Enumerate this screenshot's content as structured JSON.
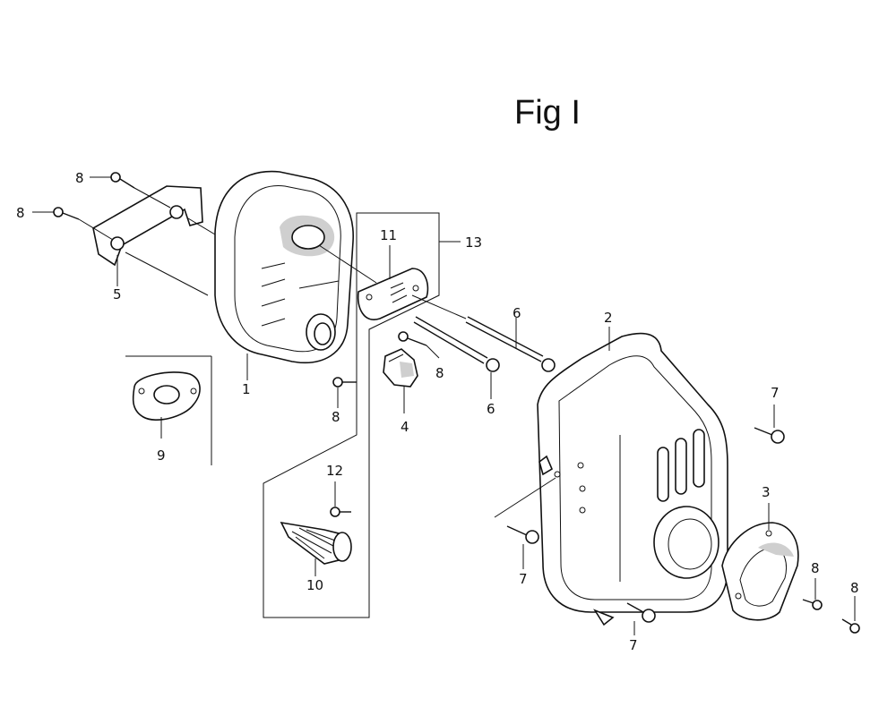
{
  "figure": {
    "title": "Fig I",
    "callouts": [
      {
        "id": "c8a",
        "text": "8"
      },
      {
        "id": "c8b",
        "text": "8"
      },
      {
        "id": "c5",
        "text": "5"
      },
      {
        "id": "c1",
        "text": "1"
      },
      {
        "id": "c9",
        "text": "9"
      },
      {
        "id": "c11",
        "text": "11"
      },
      {
        "id": "c13",
        "text": "13"
      },
      {
        "id": "c8c",
        "text": "8"
      },
      {
        "id": "c8d",
        "text": "8"
      },
      {
        "id": "c4",
        "text": "4"
      },
      {
        "id": "c6a",
        "text": "6"
      },
      {
        "id": "c6b",
        "text": "6"
      },
      {
        "id": "c2",
        "text": "2"
      },
      {
        "id": "c7a",
        "text": "7"
      },
      {
        "id": "c3",
        "text": "3"
      },
      {
        "id": "c12",
        "text": "12"
      },
      {
        "id": "c10",
        "text": "10"
      },
      {
        "id": "c7b",
        "text": "7"
      },
      {
        "id": "c7c",
        "text": "7"
      },
      {
        "id": "c8e",
        "text": "8"
      },
      {
        "id": "c8f",
        "text": "8"
      }
    ]
  }
}
